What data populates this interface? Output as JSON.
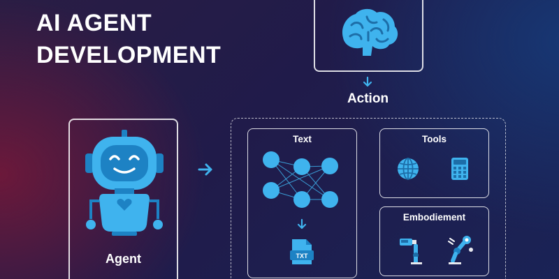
{
  "header": {
    "title": "AI AGENT DEVELOPMENT"
  },
  "diagram": {
    "brain": {
      "icon": "brain-icon"
    },
    "action_label": "Action",
    "agent": {
      "label": "Agent",
      "icon": "robot-icon"
    },
    "text_panel": {
      "label": "Text",
      "icons": [
        "neural-network-icon",
        "txt-file-icon"
      ],
      "file_badge": "TXT"
    },
    "tools_panel": {
      "label": "Tools",
      "icons": [
        "globe-icon",
        "calculator-icon"
      ]
    },
    "embodiment_panel": {
      "label": "Embodiement",
      "icons": [
        "robotic-leg-icon",
        "robot-arm-icon"
      ]
    }
  },
  "colors": {
    "accent": "#3fb3ee",
    "accent_dark": "#1d82c4",
    "border": "#ffffff",
    "background_start": "#2a1d44",
    "background_end": "#1a2356"
  }
}
